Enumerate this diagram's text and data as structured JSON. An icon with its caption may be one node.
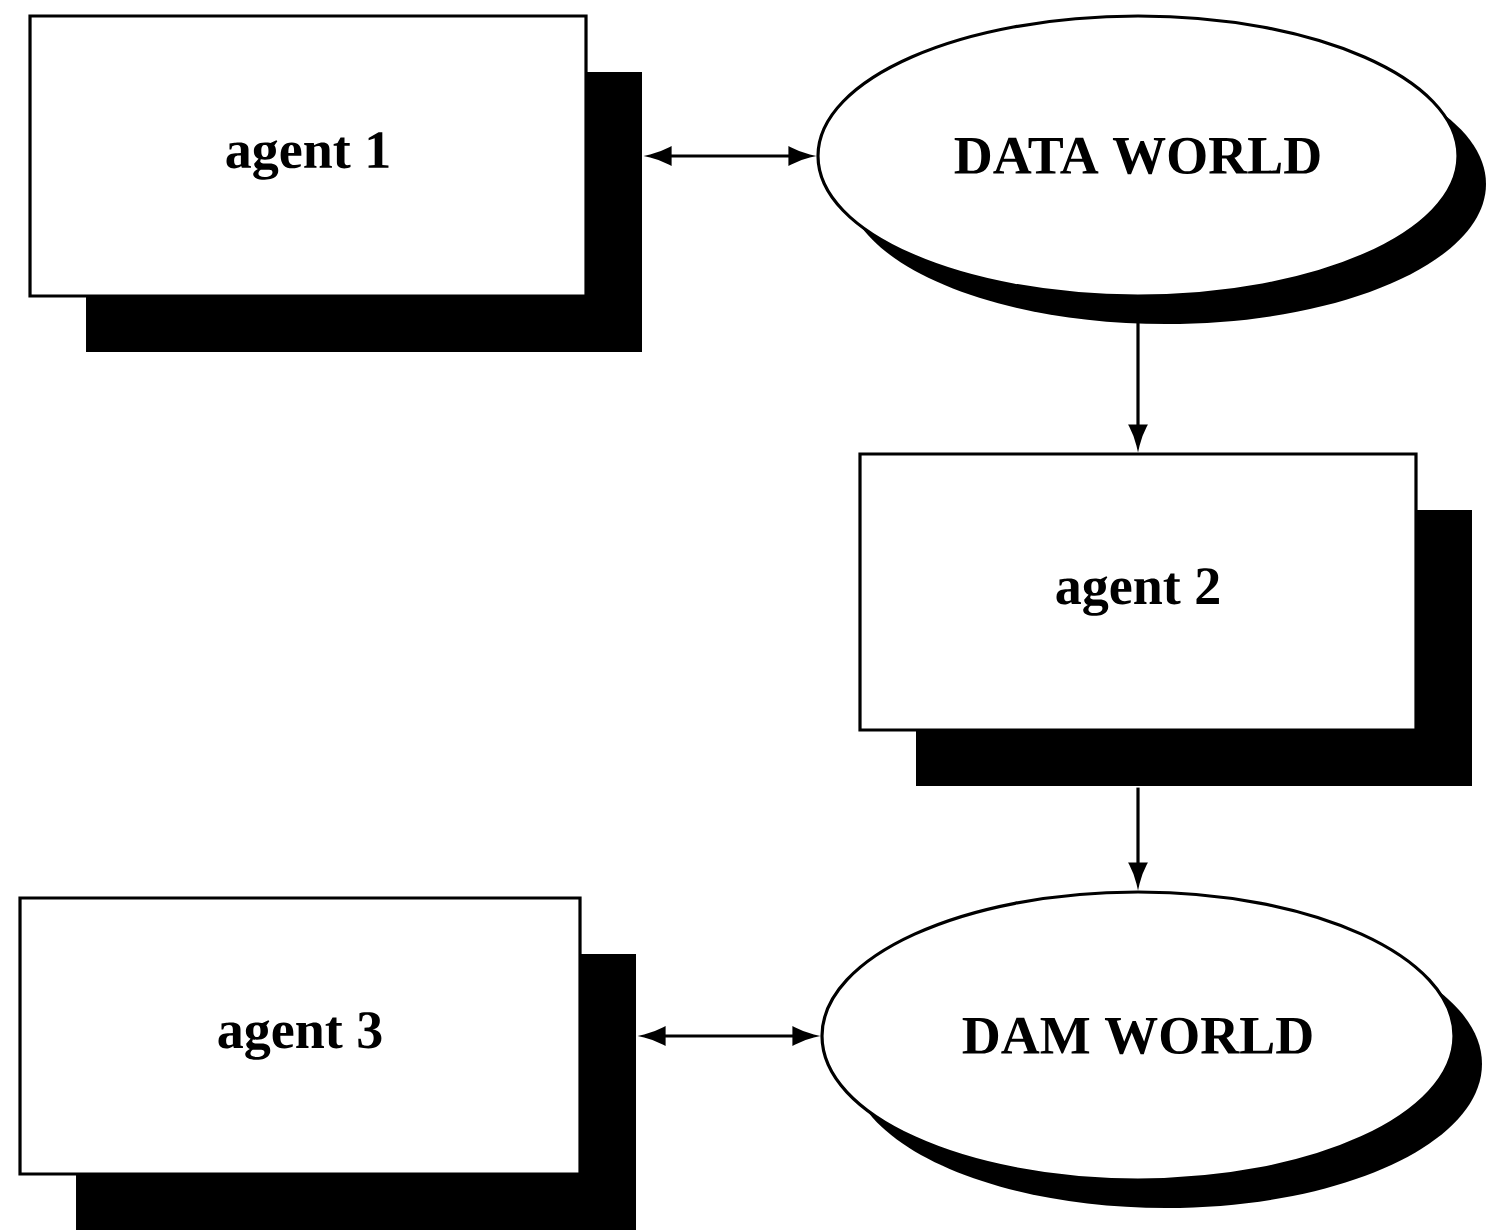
{
  "diagram": {
    "nodes": [
      {
        "text": [
          "agent 1"
        ]
      },
      {
        "text": [
          "DATA WORLD"
        ]
      },
      {
        "text": [
          "agent 2"
        ]
      },
      {
        "text": [
          "agent 3"
        ]
      },
      {
        "text": [
          "DAM WORLD"
        ]
      }
    ],
    "edges": [
      {
        "from": 0,
        "to": 1,
        "arrow": "both"
      },
      {
        "from": 1,
        "to": 2,
        "arrow": "to"
      },
      {
        "from": 2,
        "to": 4,
        "arrow": "to"
      },
      {
        "from": 3,
        "to": 4,
        "arrow": "both"
      }
    ]
  }
}
